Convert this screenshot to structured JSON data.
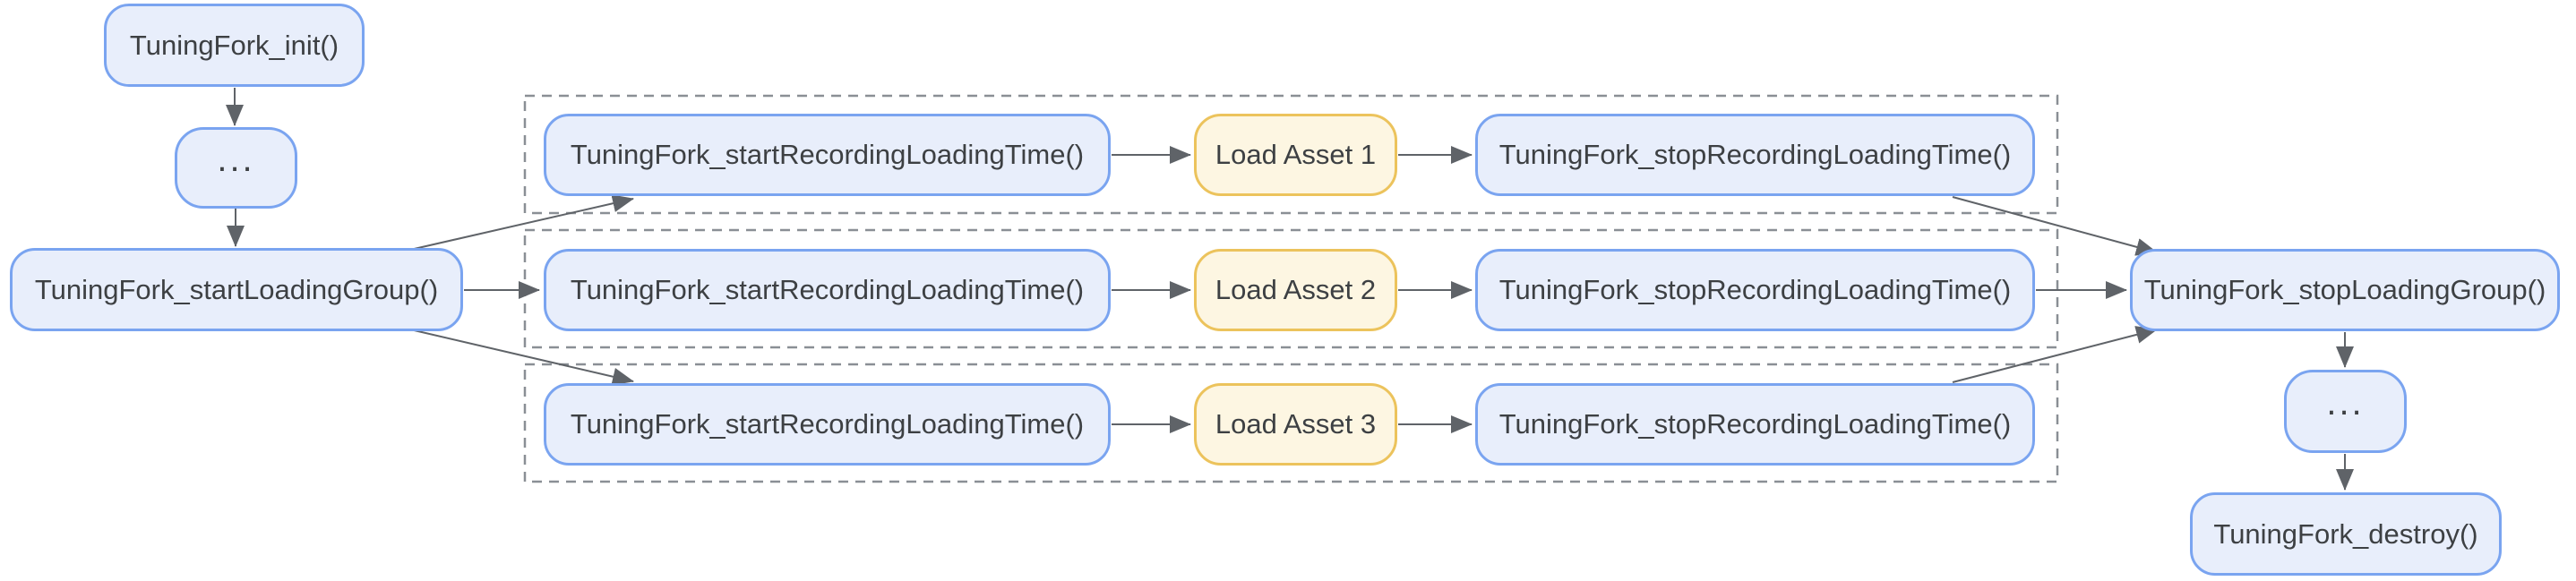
{
  "diagram": {
    "description": "TuningFork loading-time API call flow",
    "nodes": {
      "init": "TuningFork_init()",
      "ellipsis_top": "...",
      "start_loading_group": "TuningFork_startLoadingGroup()",
      "stop_loading_group": "TuningFork_stopLoadingGroup()",
      "ellipsis_bottom": "...",
      "destroy": "TuningFork_destroy()"
    },
    "rows": [
      {
        "start": "TuningFork_startRecordingLoadingTime()",
        "asset": "Load Asset 1",
        "stop": "TuningFork_stopRecordingLoadingTime()"
      },
      {
        "start": "TuningFork_startRecordingLoadingTime()",
        "asset": "Load Asset 2",
        "stop": "TuningFork_stopRecordingLoadingTime()"
      },
      {
        "start": "TuningFork_startRecordingLoadingTime()",
        "asset": "Load Asset 3",
        "stop": "TuningFork_stopRecordingLoadingTime()"
      }
    ],
    "colors": {
      "background": "#ffffff",
      "node_fill": "#e8eefb",
      "node_border": "#7aa4f0",
      "asset_fill": "#fdf6e2",
      "asset_border": "#ecc35c",
      "arrow": "#5f6368",
      "group_outline": "#8a8f95",
      "text": "#3d4043"
    }
  }
}
